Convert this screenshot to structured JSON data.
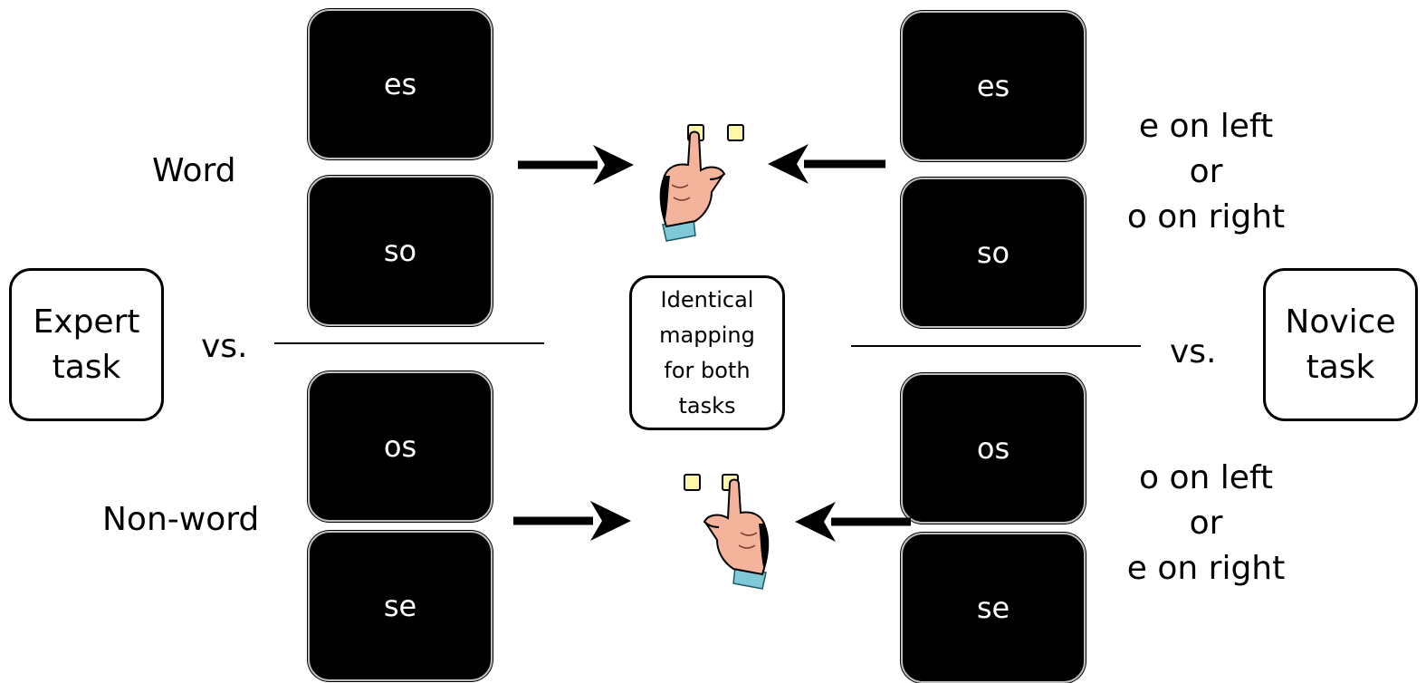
{
  "left_panel": {
    "task_label_line1": "Expert",
    "task_label_line2": "task",
    "vs_label": "vs.",
    "word_row_label": "Word",
    "nonword_row_label": "Non-word",
    "stimuli": [
      "es",
      "so",
      "os",
      "se"
    ]
  },
  "right_panel": {
    "task_label_line1": "Novice",
    "task_label_line2": "task",
    "vs_label": "vs.",
    "stimuli": [
      "es",
      "so",
      "os",
      "se"
    ],
    "top_rule": [
      "e on left",
      "or",
      "o on right"
    ],
    "bottom_rule": [
      "o on left",
      "or",
      "e on right"
    ]
  },
  "center": {
    "mapping_lines": [
      "Identical",
      "mapping",
      "for both",
      "tasks"
    ]
  },
  "icons": {
    "hand": "pointing-hand-icon",
    "key": "response-key-icon",
    "arrow": "arrow-icon"
  },
  "colors": {
    "stimulus_bg": "#000000",
    "stimulus_text": "#ffffff",
    "key_fill": "#fff7a8",
    "skin": "#f4b49c",
    "cuff": "#7ec8d8"
  }
}
